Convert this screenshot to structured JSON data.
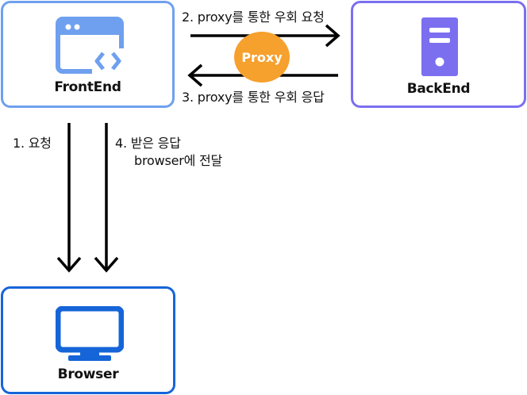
{
  "nodes": {
    "frontend": {
      "label": "FrontEnd",
      "border_color": "#6fa0ef"
    },
    "backend": {
      "label": "BackEnd",
      "border_color": "#7b6ff0"
    },
    "browser": {
      "label": "Browser",
      "border_color": "#1565d8"
    }
  },
  "proxy": {
    "label": "Proxy",
    "color": "#f6a02d"
  },
  "edges": {
    "request_via_proxy": "2. proxy를 통한 우회 요청",
    "response_via_proxy": "3. proxy를 통한 우회 응답",
    "browser_request": "1. 요청",
    "deliver_line1": "4. 받은 응답",
    "deliver_line2": "browser에 전달"
  },
  "icons": {
    "frontend": "web-code-window-icon",
    "backend": "server-tower-icon",
    "browser": "desktop-monitor-icon"
  }
}
